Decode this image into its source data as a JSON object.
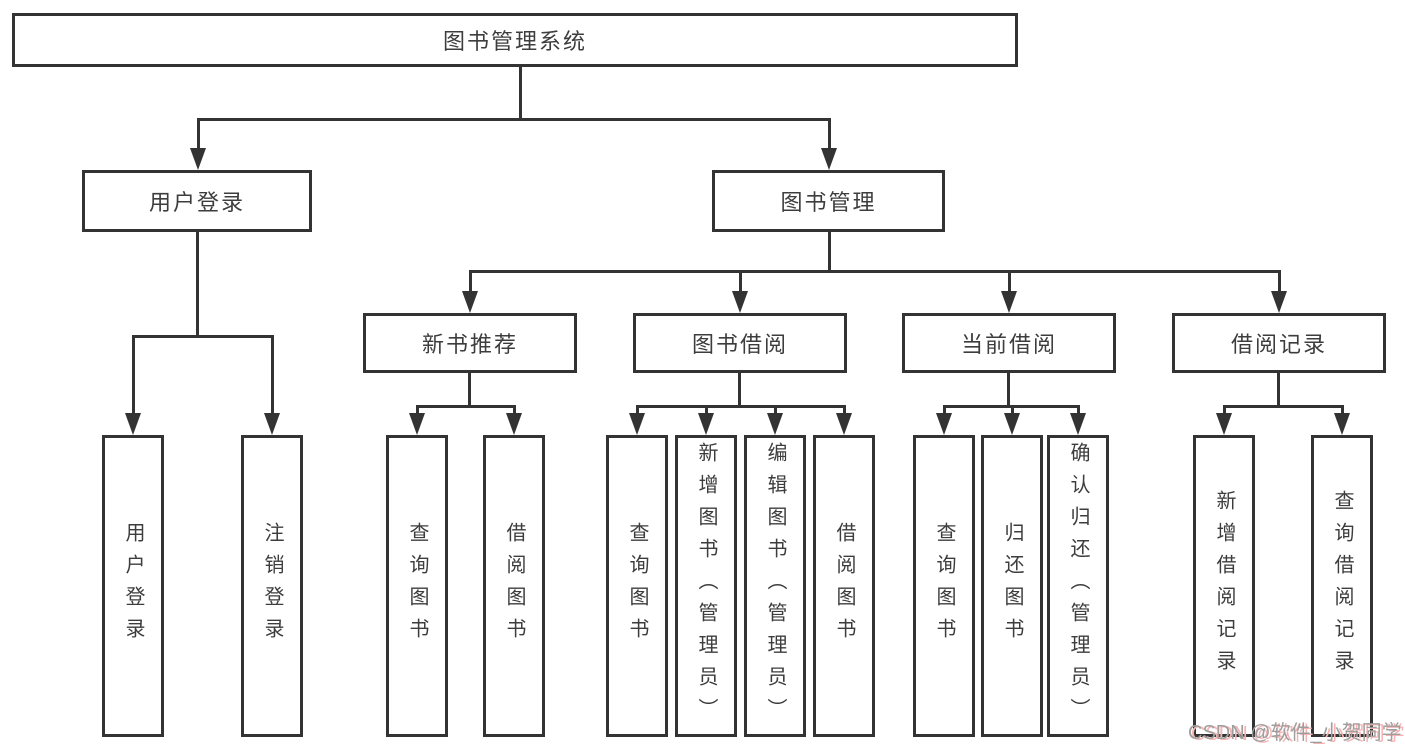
{
  "diagram": {
    "root": {
      "label": "图书管理系统"
    },
    "level1": {
      "user_login": {
        "label": "用户登录"
      },
      "book_management": {
        "label": "图书管理"
      }
    },
    "level2": {
      "new_book_recommend": {
        "label": "新书推荐"
      },
      "book_borrow": {
        "label": "图书借阅"
      },
      "current_borrow": {
        "label": "当前借阅"
      },
      "borrow_record": {
        "label": "借阅记录"
      }
    },
    "leaves": {
      "user_login": {
        "label": "用户登录"
      },
      "logout": {
        "label": "注销登录"
      },
      "nb_query_book": {
        "label": "查询图书"
      },
      "nb_borrow_book": {
        "label": "借阅图书"
      },
      "bb_query_book": {
        "label": "查询图书"
      },
      "bb_add_book": {
        "label": "新增图书（管理员）"
      },
      "bb_edit_book": {
        "label": "编辑图书（管理员）"
      },
      "bb_borrow_book": {
        "label": "借阅图书"
      },
      "cb_query_book": {
        "label": "查询图书"
      },
      "cb_return_book": {
        "label": "归还图书"
      },
      "cb_confirm_return": {
        "label": "确认归还（管理员）"
      },
      "br_add_record": {
        "label": "新增借阅记录"
      },
      "br_query_record": {
        "label": "查询借阅记录"
      }
    }
  },
  "watermark": {
    "text": "CSDN @软件_小贺同学"
  },
  "colors": {
    "line": "#333333",
    "text": "#3d3d3d",
    "box_bg": "#ffffff",
    "page_bg": "#ffffff",
    "watermark_gray": "#9e9e9e",
    "watermark_pink": "#f6b3b3"
  }
}
